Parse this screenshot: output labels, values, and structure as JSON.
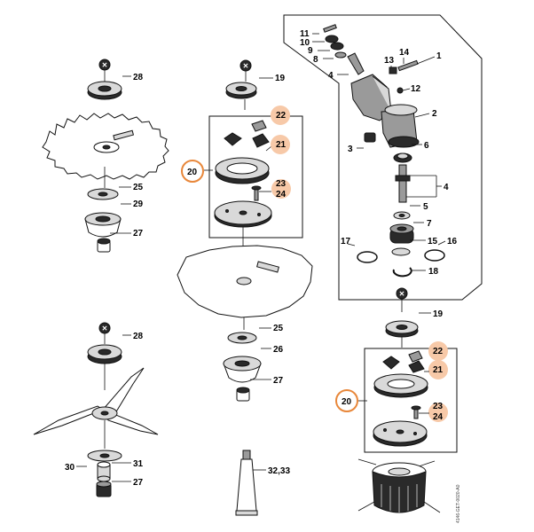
{
  "colors": {
    "highlight_fill": "#f7c9a8",
    "highlight_ring": "#e8873a",
    "line": "#111111",
    "x_marker": "#111111"
  },
  "labels": {
    "l1": "1",
    "l2": "2",
    "l3": "3",
    "l4": "4",
    "l5": "5",
    "l6": "6",
    "l7": "7",
    "l8": "8",
    "l9": "9",
    "l10": "10",
    "l11": "11",
    "l12": "12",
    "l13": "13",
    "l14": "14",
    "l15": "15",
    "l16": "16",
    "l17": "17",
    "l18": "18",
    "l19a": "19",
    "l19b": "19",
    "l20a": "20",
    "l20b": "20",
    "l21a": "21",
    "l21b": "21",
    "l22a": "22",
    "l22b": "22",
    "l23a": "23",
    "l23b": "23",
    "l24a": "24",
    "l24b": "24",
    "l25a": "25",
    "l25b": "25",
    "l26": "26",
    "l27a": "27",
    "l27b": "27",
    "l27c": "27",
    "l28a": "28",
    "l28b": "28",
    "l29": "29",
    "l30": "30",
    "l31": "31",
    "l3233": "32,33"
  },
  "x_marker_symbol": "✕",
  "drawing_code": "4146-GET-0020-A0"
}
